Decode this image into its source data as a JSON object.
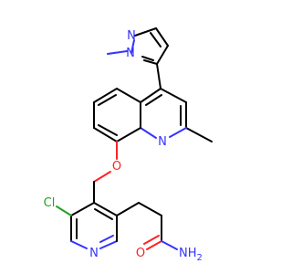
{
  "colors": {
    "background": "#ffffff",
    "carbon_bond": "#000000",
    "nitrogen": "#3333ff",
    "oxygen": "#ff2222",
    "chlorine": "#1fa31f"
  },
  "atom_labels": {
    "pyrazole_n1": "N",
    "pyrazole_n2": "N",
    "quinoline_n": "N",
    "ether_o": "O",
    "chloro": "Cl",
    "pyridine_n": "N",
    "amide_o": "O",
    "amide_nh2": "NH",
    "amide_nh2_sub": "2"
  }
}
